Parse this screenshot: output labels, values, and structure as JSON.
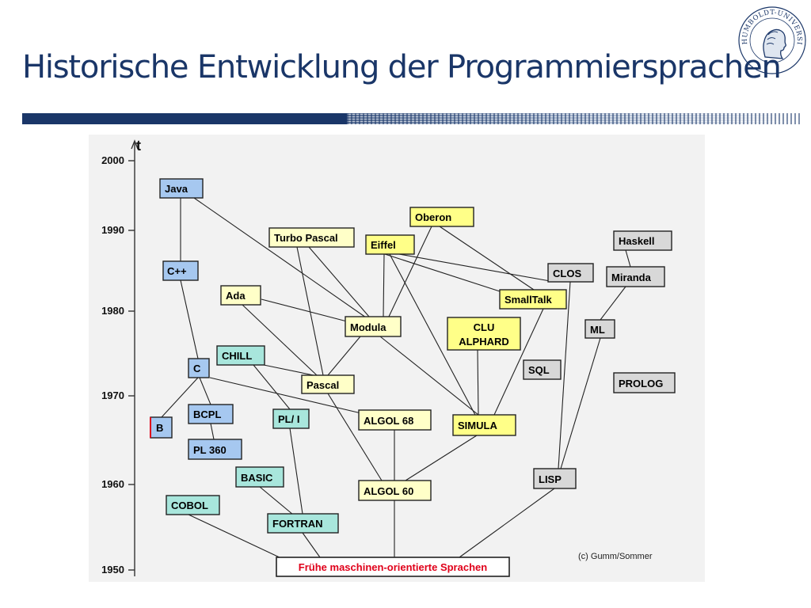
{
  "slide": {
    "title": "Historische Entwicklung der Programmiersprachen",
    "copyright": "(c) Gumm/Sommer",
    "colors": {
      "title": "#1a3668",
      "bar": "#1a3668",
      "blue_node": "#a6c8f0",
      "cyan_node": "#a8e6dc",
      "yellow_node": "#ffff88",
      "light_yellow_node": "#ffffc8",
      "gray_node": "#d8d8d8",
      "red_node_text": "#e0001a"
    }
  },
  "seal": {
    "arc_text": "HUMBOLDT-UNIVERSITÄT ZU BERLIN"
  },
  "axis": {
    "label": "t",
    "years": [
      "2000",
      "1990",
      "1980",
      "1970",
      "1960",
      "1950"
    ]
  },
  "nodes": {
    "java": "Java",
    "cpp": "C++",
    "c": "C",
    "b": "B",
    "bcpl": "BCPL",
    "pl360": "PL 360",
    "chill": "CHILL",
    "pl1": "PL/ I",
    "basic": "BASIC",
    "cobol": "COBOL",
    "fortran": "FORTRAN",
    "ada": "Ada",
    "turbo": "Turbo Pascal",
    "modula": "Modula",
    "pascal": "Pascal",
    "algol68": "ALGOL 68",
    "algol60": "ALGOL 60",
    "oberon": "Oberon",
    "eiffel": "Eiffel",
    "clu1": "CLU",
    "clu2": "ALPHARD",
    "simula": "SIMULA",
    "smalltalk": "SmallTalk",
    "clos": "CLOS",
    "sql": "SQL",
    "lisp": "LISP",
    "haskell": "Haskell",
    "miranda": "Miranda",
    "ml": "ML",
    "prolog": "PROLOG",
    "early": "Frühe maschinen-orientierte Sprachen"
  }
}
